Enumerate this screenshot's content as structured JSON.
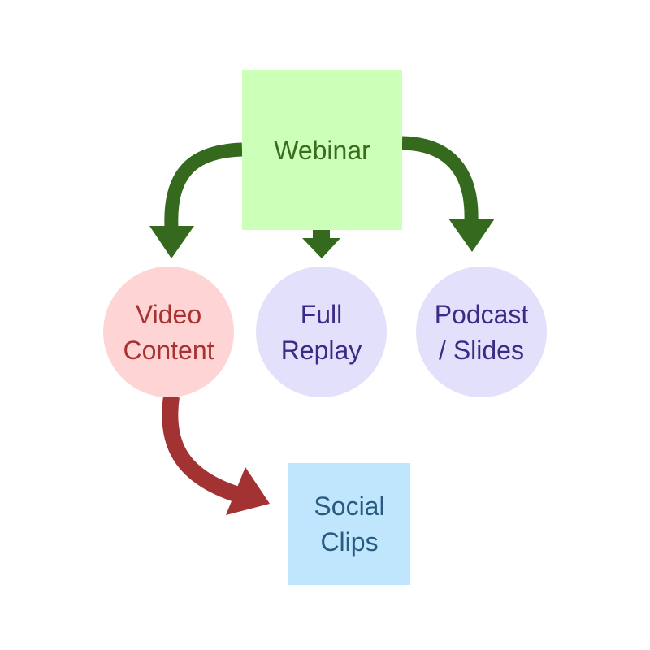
{
  "nodes": {
    "webinar": {
      "lines": [
        "Webinar"
      ],
      "fill": "#ccffb8",
      "text_color": "#3a6b1f"
    },
    "video_content": {
      "lines": [
        "Video",
        "Content"
      ],
      "fill": "#ffd4d4",
      "text_color": "#a83232"
    },
    "full_replay": {
      "lines": [
        "Full",
        "Replay"
      ],
      "fill": "#e3e0fb",
      "text_color": "#3b2a86"
    },
    "podcast_slides": {
      "lines": [
        "Podcast",
        "/ Slides"
      ],
      "fill": "#e3e0fb",
      "text_color": "#3b2a86"
    },
    "social_clips": {
      "lines": [
        "Social",
        "Clips"
      ],
      "fill": "#bfe6fd",
      "text_color": "#2a5a80"
    }
  },
  "edges": [
    {
      "from": "webinar",
      "to": "video_content",
      "color": "#356a1e"
    },
    {
      "from": "webinar",
      "to": "full_replay",
      "color": "#356a1e"
    },
    {
      "from": "webinar",
      "to": "podcast_slides",
      "color": "#356a1e"
    },
    {
      "from": "video_content",
      "to": "social_clips",
      "color": "#a33232"
    }
  ]
}
